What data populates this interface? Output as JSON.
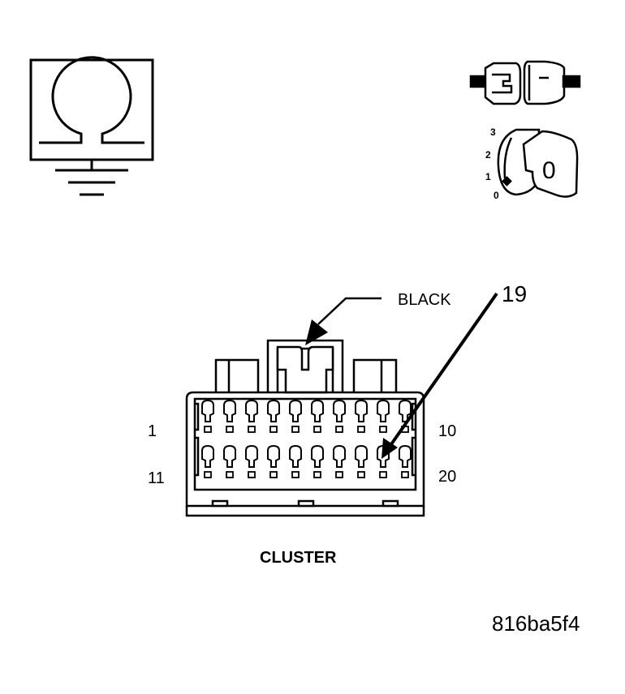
{
  "connector": {
    "color_label": "BLACK",
    "pin_callout": "19",
    "name": "CLUSTER",
    "row1_first": "1",
    "row1_last": "10",
    "row2_first": "11",
    "row2_last": "20",
    "pins_per_row": 10
  },
  "ohmmeter_symbol": {
    "icon": "ohmmeter-ground-icon"
  },
  "ignition": {
    "icon": "ignition-key-icon",
    "connector_icon": "disconnected-connector-icon",
    "positions": [
      "3",
      "2",
      "1",
      "0"
    ],
    "key_label": "0"
  },
  "figure_id": "816ba5f4"
}
